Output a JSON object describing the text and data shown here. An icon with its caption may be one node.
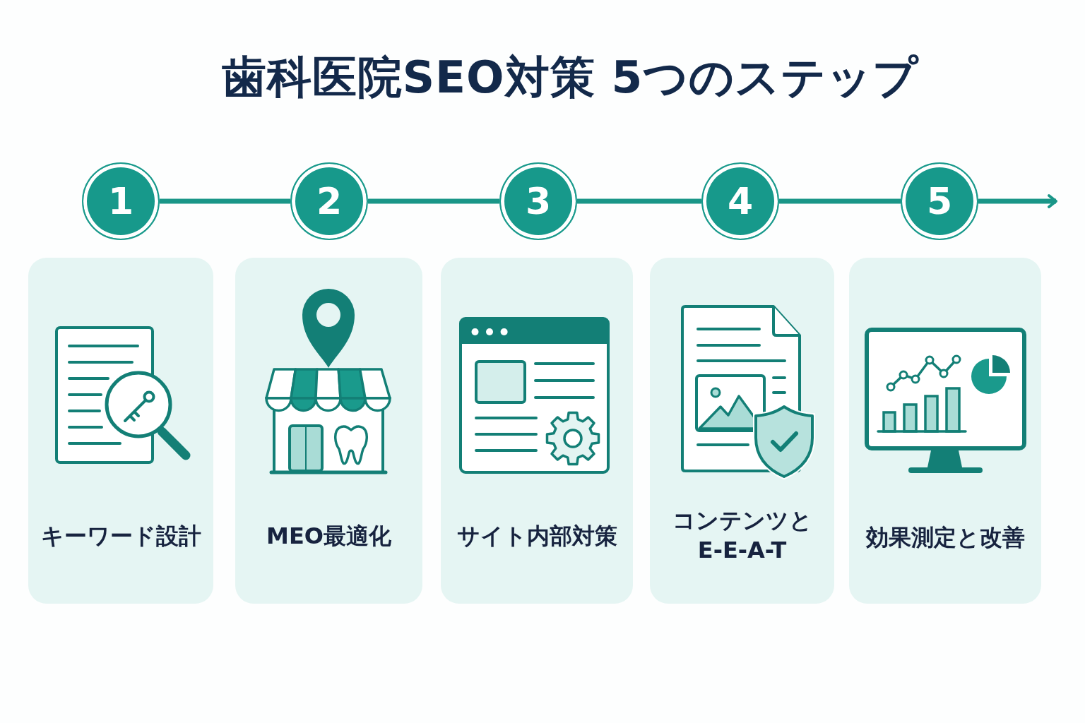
{
  "diagram": {
    "title": "歯科医院SEO対策 5つのステップ",
    "nodes": [
      {
        "text": [
          "1"
        ]
      },
      {
        "text": [
          "2"
        ]
      },
      {
        "text": [
          "3"
        ]
      },
      {
        "text": [
          "4"
        ]
      },
      {
        "text": [
          "5"
        ]
      },
      {
        "text": [
          "キーワード設計"
        ]
      },
      {
        "text": [
          "MEO最適化"
        ]
      },
      {
        "text": [
          "サイト内部対策"
        ]
      },
      {
        "text": [
          "コンテンツとE-E-A-T"
        ]
      },
      {
        "text": [
          "効果測定と改善"
        ]
      }
    ],
    "edges": [
      {
        "from": 0,
        "to": 1,
        "arrow": "none"
      },
      {
        "from": 1,
        "to": 2,
        "arrow": "none"
      },
      {
        "from": 2,
        "to": 3,
        "arrow": "none"
      },
      {
        "from": 3,
        "to": 4,
        "arrow": "none"
      },
      {
        "from": 4,
        "to": null,
        "arrow": "to"
      }
    ]
  }
}
